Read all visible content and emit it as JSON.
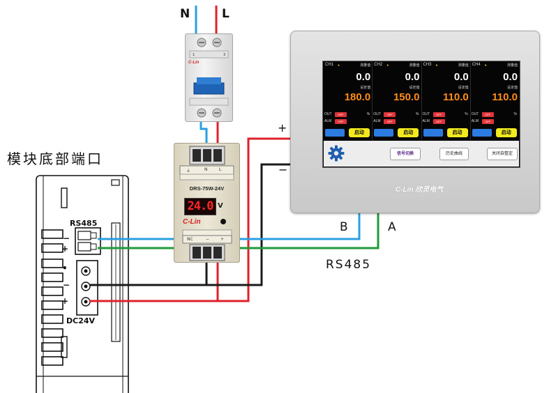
{
  "labels": {
    "neutral": "N",
    "live": "L",
    "plus": "+",
    "minus": "−",
    "b": "B",
    "a": "A",
    "rs485_bus": "RS485",
    "module_port": "模块底部端口",
    "module_rs485": "RS485",
    "module_dc24v": "DC24V",
    "module_term_plus_top": "+",
    "module_term_minus_top": "−",
    "module_term_bullet": "•",
    "module_term_minus": "−",
    "module_term_plus": "+"
  },
  "breaker": {
    "logo": "C-Lin",
    "pole_left": "1",
    "pole_right": "3"
  },
  "psu": {
    "model": "DRS-75W-24V",
    "display": "24.0",
    "unit": "V",
    "logo": "C-Lin",
    "top_terminals": [
      "⏚",
      "N",
      "L"
    ],
    "bottom_terminals": [
      "NC",
      "−",
      "+"
    ]
  },
  "hmi": {
    "channels": [
      {
        "name": "CH1",
        "pv_label": "测量值",
        "pv": "0.0",
        "sv_label": "设定值",
        "sv": "180.0",
        "out_label": "OUT",
        "alm_label": "ALM",
        "out_state": "OFF",
        "alm_state": "OFF",
        "pct": "%",
        "start": "启动"
      },
      {
        "name": "CH2",
        "pv_label": "测量值",
        "pv": "0.0",
        "sv_label": "设定值",
        "sv": "150.0",
        "out_label": "OUT",
        "alm_label": "ALM",
        "out_state": "OFF",
        "alm_state": "OFF",
        "pct": "%",
        "start": "启动"
      },
      {
        "name": "CH3",
        "pv_label": "测量值",
        "pv": "0.0",
        "sv_label": "设定值",
        "sv": "110.0",
        "out_label": "OUT",
        "alm_label": "ALM",
        "out_state": "OFF",
        "alm_state": "OFF",
        "pct": "%",
        "start": "启动"
      },
      {
        "name": "CH4",
        "pv_label": "测量值",
        "pv": "0.0",
        "sv_label": "设定值",
        "sv": "110.0",
        "out_label": "OUT",
        "alm_label": "ALM",
        "out_state": "OFF",
        "alm_state": "OFF",
        "pct": "%",
        "start": "启动"
      }
    ],
    "buttons": {
      "signal_switch": "信号切换",
      "history": "历史曲线",
      "autotune_off": "关闭自整定"
    },
    "brand": "C-Lin 欣灵电气"
  },
  "colors": {
    "wire_live": "#e0202a",
    "wire_neutral": "#2a9fe0",
    "wire_rs485_b": "#2a9fe0",
    "wire_rs485_a": "#1f9a3a",
    "wire_dc_minus": "#1a1a1a",
    "wire_dc_plus": "#e0202a"
  }
}
